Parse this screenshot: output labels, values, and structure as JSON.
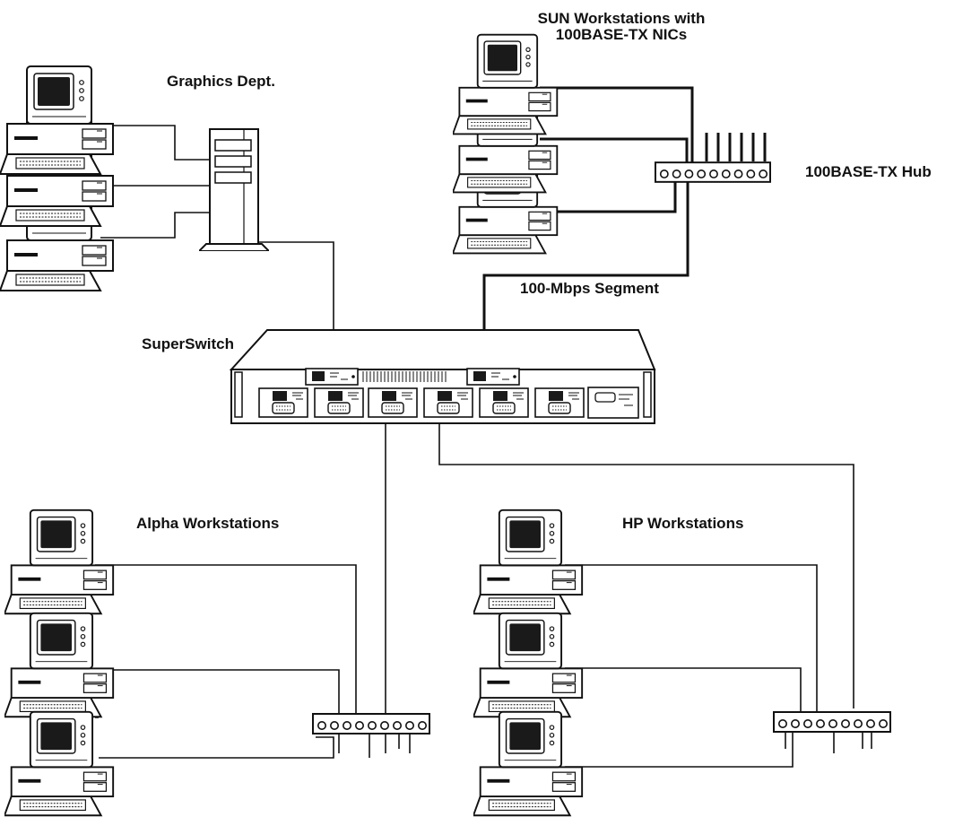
{
  "labels": {
    "sun_line1": "SUN Workstations with",
    "sun_line2": "100BASE-TX NICs",
    "graphics": "Graphics Dept.",
    "hub": "100BASE-TX Hub",
    "segment": "100-Mbps Segment",
    "superswitch": "SuperSwitch",
    "alpha": "Alpha Workstations",
    "hp": "HP Workstations"
  },
  "icons": {
    "workstation": "desktop-workstation-icon",
    "server": "tower-server-icon",
    "hub": "ethernet-hub-icon",
    "switch": "rack-switch-icon"
  },
  "colors": {
    "ink": "#111111",
    "background": "#ffffff",
    "screen": "#1a1a1a"
  }
}
